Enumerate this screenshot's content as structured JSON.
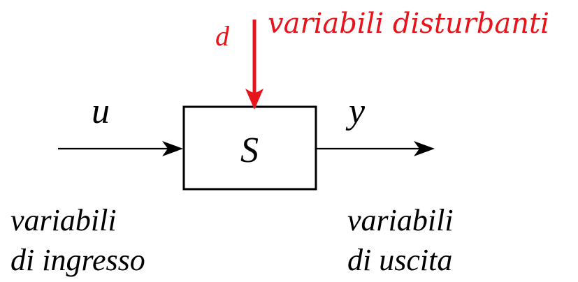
{
  "system": {
    "label": "S"
  },
  "input": {
    "symbol": "u",
    "caption_line1": "variabili",
    "caption_line2": "di ingresso"
  },
  "output": {
    "symbol": "y",
    "caption_line1": "variabili",
    "caption_line2": "di uscita"
  },
  "disturbance": {
    "symbol": "d",
    "caption": "variabili disturbanti"
  },
  "colors": {
    "disturbance": "#e8141b",
    "main": "#000000"
  }
}
